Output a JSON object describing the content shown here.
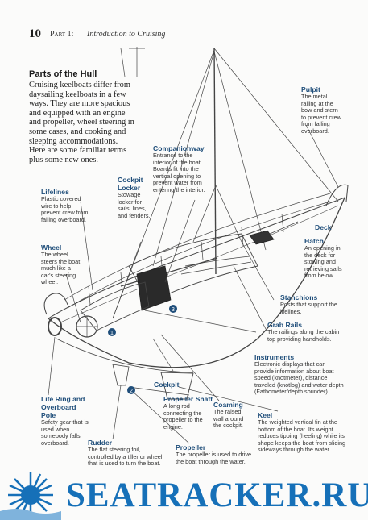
{
  "header": {
    "page_number": "10",
    "part": "Part 1:",
    "title": "Introduction to Cruising"
  },
  "section": {
    "title": "Parts of the Hull",
    "intro_lines": [
      "Cruising keelboats differ from",
      "daysailing keelboats in a few",
      "ways. They are more spacious",
      "and equipped with an engine",
      "and propeller, wheel steering in",
      "some cases, and cooking and",
      "sleeping accommodations.",
      "Here are some familiar terms",
      "plus some new ones."
    ]
  },
  "labels": {
    "pulpit": {
      "title": "Pulpit",
      "lines": [
        "The metal",
        "railing at the",
        "bow and stern",
        "to prevent crew",
        "from falling",
        "overboard."
      ]
    },
    "companionway": {
      "title": "Companionway",
      "lines": [
        "Entrance to the",
        "interior of the boat.",
        "Boards fit into the",
        "vertical opening to",
        "prevent water from",
        "entering the interior."
      ]
    },
    "cockpit_locker": {
      "title_lines": [
        "Cockpit",
        "Locker"
      ],
      "lines": [
        "Stowage",
        "locker for",
        "sails, lines,",
        "and fenders."
      ]
    },
    "lifelines": {
      "title": "Lifelines",
      "lines": [
        "Plastic covered",
        "wire to help",
        "prevent crew from",
        "falling overboard."
      ]
    },
    "deck": {
      "title": "Deck"
    },
    "hatch": {
      "title": "Hatch",
      "lines": [
        "An opening in",
        "the deck for",
        "stowing and",
        "retrieving sails",
        "from below."
      ]
    },
    "wheel": {
      "title": "Wheel",
      "lines": [
        "The wheel",
        "steers the boat",
        "much like a",
        "car's steering",
        "wheel."
      ]
    },
    "stanchions": {
      "title": "Stanchions",
      "lines": [
        "Posts that support the",
        "lifelines."
      ]
    },
    "grab_rails": {
      "title": "Grab Rails",
      "lines": [
        "The railings along the cabin",
        "top providing handholds."
      ]
    },
    "instruments": {
      "title": "Instruments",
      "lines": [
        "Electronic displays that can",
        "provide information about boat",
        "speed (knotmeter), distance",
        "traveled (knotlog) and water depth",
        "(Fathometer/depth sounder)."
      ]
    },
    "cockpit": {
      "title": "Cockpit"
    },
    "life_ring": {
      "title_lines": [
        "Life Ring and",
        "Overboard",
        "Pole"
      ],
      "lines": [
        "Safety gear that is",
        "used when",
        "somebody falls",
        "overboard."
      ]
    },
    "propeller_shaft": {
      "title": "Propeller Shaft",
      "lines": [
        "A long rod",
        "connecting the",
        "propeller to the",
        "engine."
      ]
    },
    "coaming": {
      "title": "Coaming",
      "lines": [
        "The raised",
        "wall around",
        "the cockpit."
      ]
    },
    "keel": {
      "title": "Keel",
      "lines": [
        "The weighted vertical fin at the",
        "bottom of the boat. Its weight",
        "reduces tipping (heeling) while its",
        "shape keeps the boat from sliding",
        "sideways through the water."
      ]
    },
    "rudder": {
      "title": "Rudder",
      "lines": [
        "The flat steering foil,",
        "controlled by a tiller or wheel,",
        "that is used to turn the boat."
      ]
    },
    "propeller": {
      "title": "Propeller",
      "lines": [
        "The propeller is used to drive",
        "the boat through the water."
      ]
    }
  },
  "markers": [
    "1",
    "2",
    "3"
  ],
  "watermark": {
    "text": "SEATRACKER.RU",
    "color": "#1670b8"
  }
}
